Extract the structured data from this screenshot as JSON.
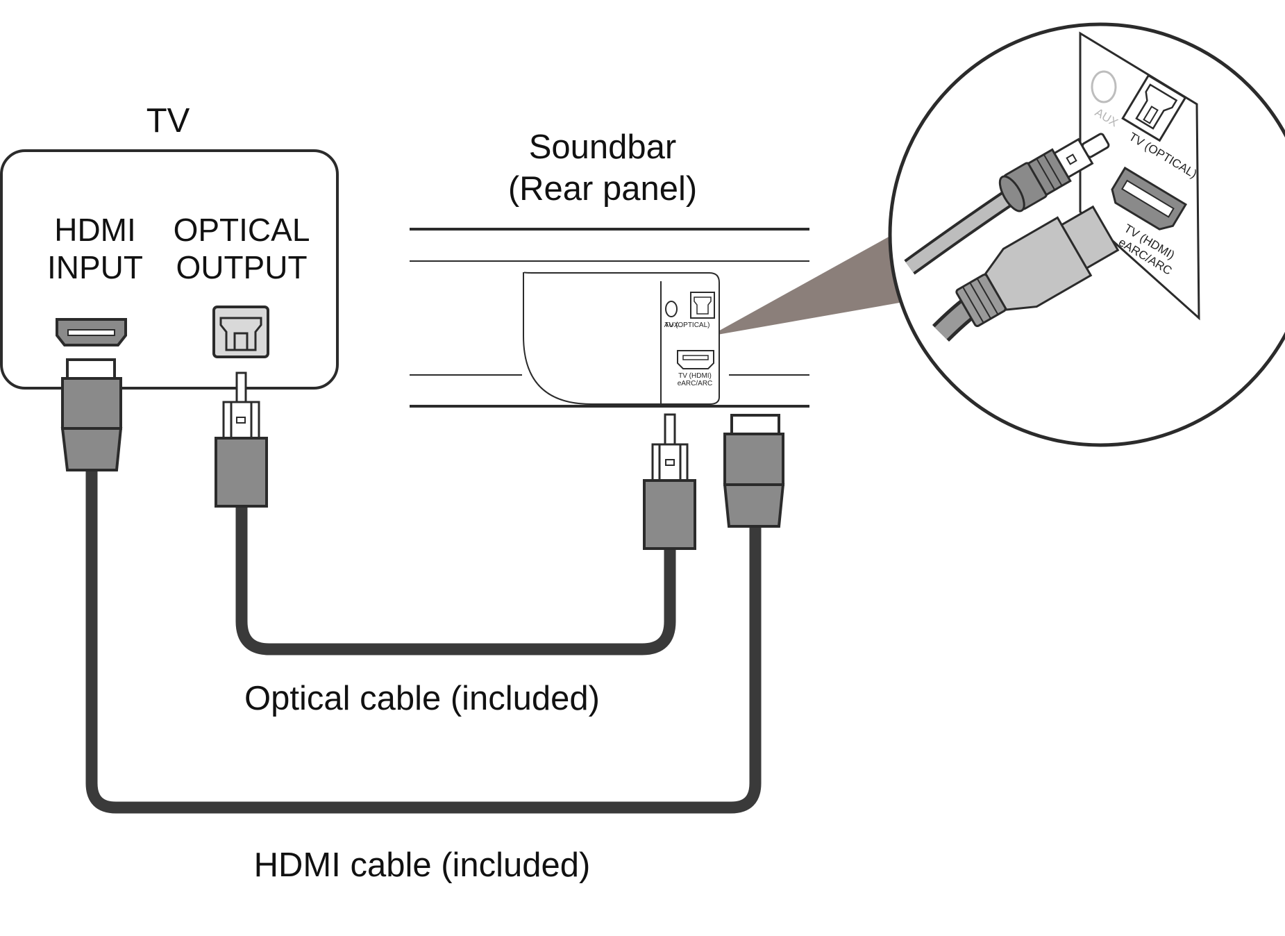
{
  "tv": {
    "title": "TV",
    "hdmi_label_line1": "HDMI",
    "hdmi_label_line2": "INPUT",
    "optical_label_line1": "OPTICAL",
    "optical_label_line2": "OUTPUT"
  },
  "soundbar": {
    "title_line1": "Soundbar",
    "title_line2": "(Rear panel)",
    "ports": {
      "aux": "AUX",
      "optical": "TV (OPTICAL)",
      "hdmi_line1": "TV (HDMI)",
      "hdmi_line2": "eARC/ARC"
    }
  },
  "zoom": {
    "aux": "AUX",
    "optical": "TV (OPTICAL)",
    "hdmi_line1": "TV (HDMI)",
    "hdmi_line2": "eARC/ARC"
  },
  "cables": {
    "optical": "Optical cable (included)",
    "hdmi": "HDMI cable (included)"
  },
  "colors": {
    "outline": "#2b2b2b",
    "cable": "#3a3a3a",
    "plug_fill": "#8a8a8a",
    "port_fill": "#d9d9d9",
    "callout": "#8b7f7a"
  }
}
